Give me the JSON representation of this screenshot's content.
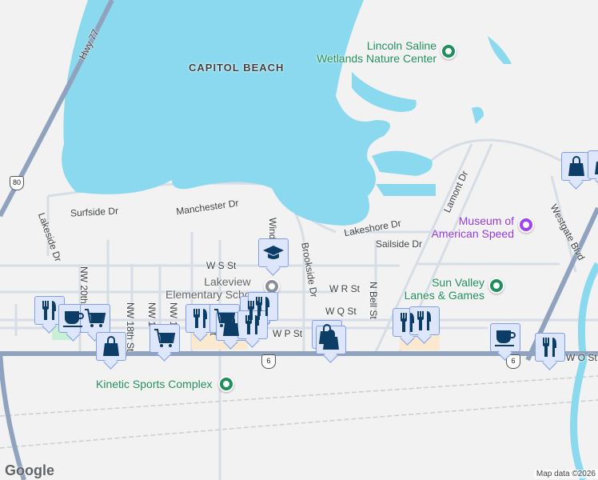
{
  "colors": {
    "water": "#8bd9ee",
    "highway": "#8fa3bf",
    "road": "#d6dde6",
    "land": "#f2f2f2",
    "marker_bg": "#dde6fb",
    "marker_icon": "#0b3d66",
    "park": "#c8f0d4"
  },
  "areas": {
    "capitol_beach": "CAPITOL BEACH"
  },
  "roads": {
    "hwy77": "Hwy 77",
    "i80": "80",
    "surfside": "Surfside Dr",
    "manchester": "Manchester Dr",
    "lakeside": "Lakeside Dr",
    "nw20": "NW 20th St",
    "nw18": "NW 18th St",
    "nw1a": "NW 1",
    "nw1b": "NW 1",
    "ws": "W S St",
    "wr": "W R St",
    "wq": "W Q St",
    "wp": "W P St",
    "wo": "W O St",
    "windy": "Wind",
    "brookside": "Brookside Dr",
    "nbell": "N Bell St",
    "lakeshore": "Lakeshore Dr",
    "sailside": "Sailside Dr",
    "lamont": "Lamont Dr",
    "westgate": "Westgate Blvd",
    "st": "St",
    "us6a": "6",
    "us6b": "6"
  },
  "pois": [
    {
      "name": "Lincoln Saline\nWetlands Nature Center",
      "category": "park",
      "color": "#1e8e5a",
      "icon": "tree-icon"
    },
    {
      "name": "Museum of\nAmerican Speed",
      "category": "museum",
      "color": "#9334e6",
      "icon": "museum-icon"
    },
    {
      "name": "Sun Valley\nLanes & Games",
      "category": "recreation",
      "color": "#1e8e5a",
      "icon": "pin-icon"
    },
    {
      "name": "Lakeview\nElementary Scho",
      "category": "school",
      "color": "#5f6368",
      "icon": "school-icon"
    },
    {
      "name": "Kinetic Sports Complex",
      "category": "recreation",
      "color": "#1e8e5a",
      "icon": "pin-icon"
    }
  ],
  "markers": [
    "shopping",
    "shopping",
    "school",
    "restaurant",
    "cafe",
    "grocery",
    "shopping",
    "grocery",
    "restaurant",
    "grocery",
    "restaurant",
    "restaurant",
    "shopping",
    "restaurant",
    "shopping",
    "shopping",
    "restaurant",
    "restaurant",
    "cafe",
    "restaurant"
  ],
  "attribution": {
    "logo": "Google",
    "credit": "Map data ©2026"
  }
}
